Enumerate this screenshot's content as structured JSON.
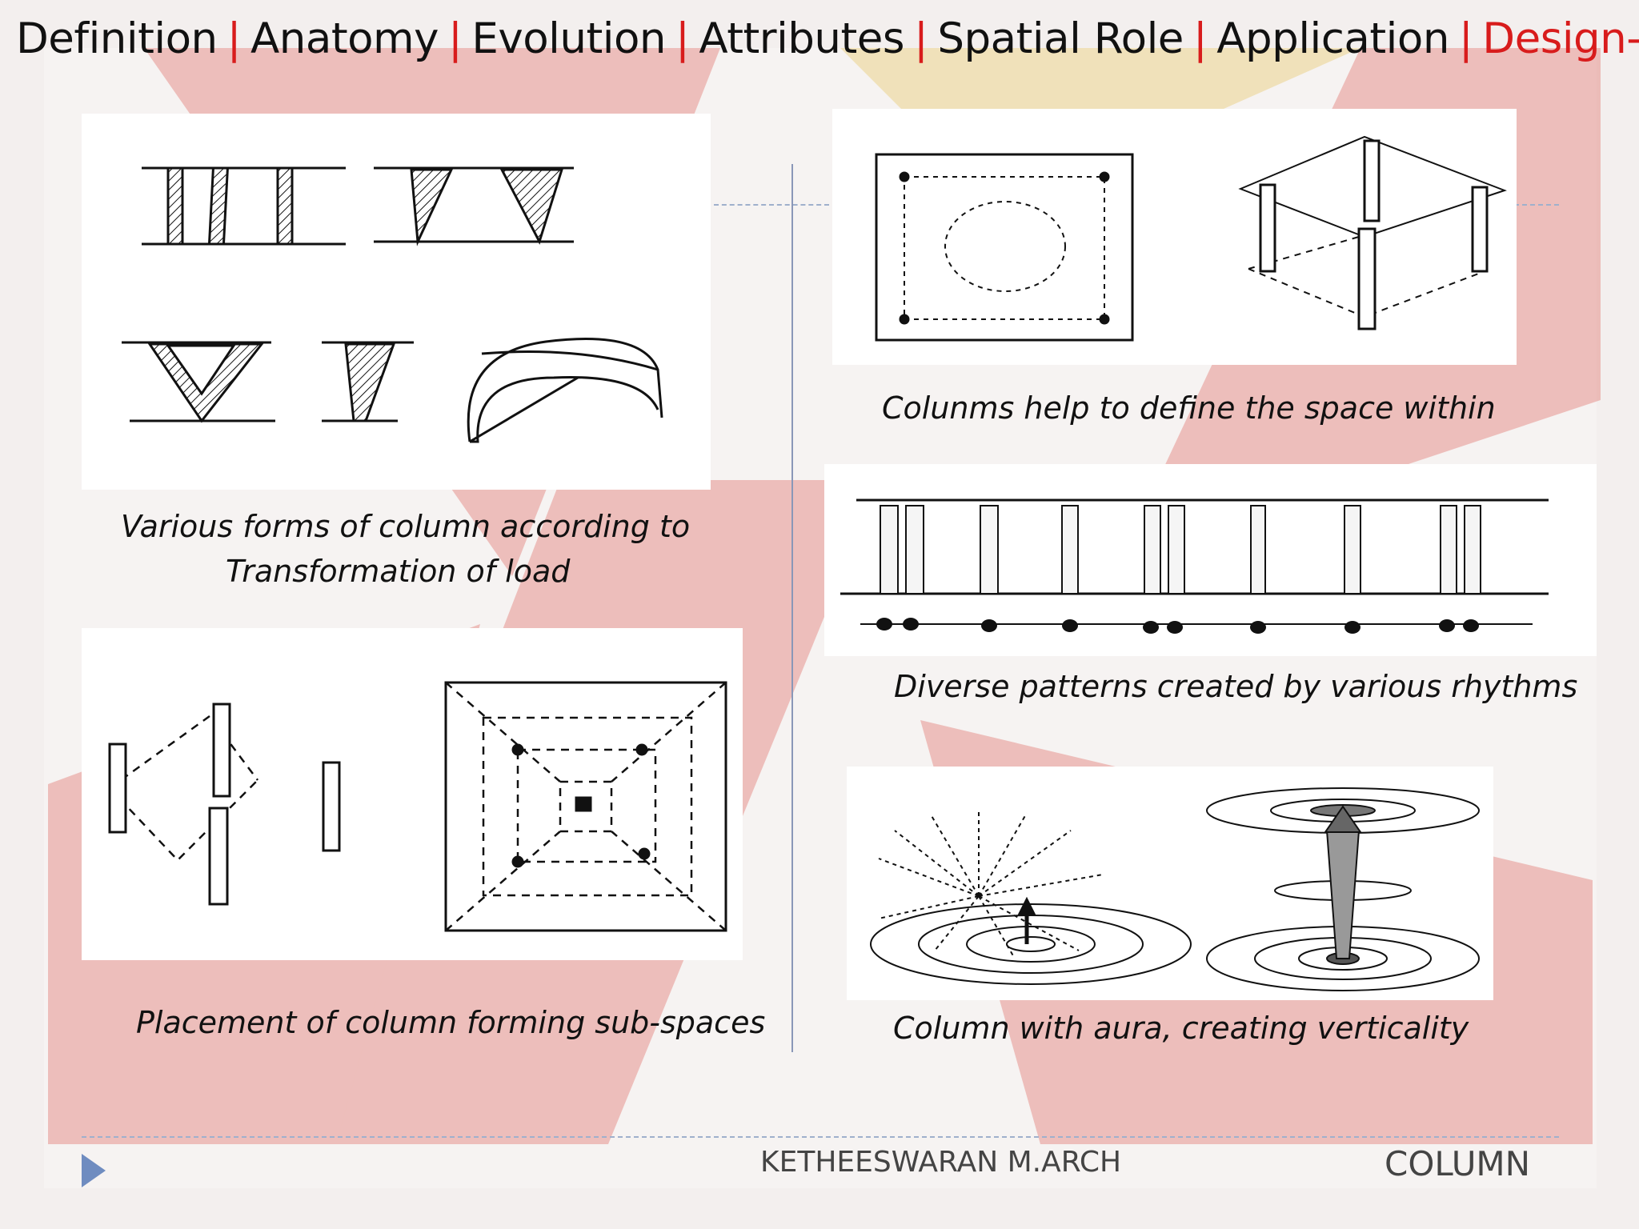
{
  "nav": {
    "items": [
      {
        "label": "Definition",
        "active": false
      },
      {
        "label": "Anatomy",
        "active": false
      },
      {
        "label": "Evolution",
        "active": false
      },
      {
        "label": "Attributes",
        "active": false
      },
      {
        "label": "Spatial Role",
        "active": false
      },
      {
        "label": "Application",
        "active": false
      },
      {
        "label": "Design-Cons.",
        "active": true
      }
    ],
    "separator": "|",
    "accent_color": "#d81c1c"
  },
  "figures": {
    "forms": {
      "caption_line1": "Various forms of column according to",
      "caption_line2": "Transformation of load"
    },
    "placement": {
      "caption": "Placement of column forming sub-spaces"
    },
    "define_space": {
      "caption": "Colunms help to define the space within"
    },
    "rhythms": {
      "caption": "Diverse patterns created by various rhythms"
    },
    "aura": {
      "caption": "Column with aura, creating verticality"
    }
  },
  "footer": {
    "author": "KETHEESWARAN M.ARCH",
    "title": "COLUMN",
    "next_icon": "triangle-right-icon"
  }
}
